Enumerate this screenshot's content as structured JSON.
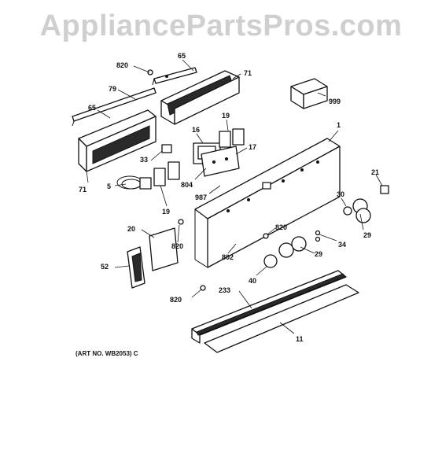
{
  "watermark": "AppliancePartsPros.com",
  "art_number": "(ART NO. WB2053) C",
  "callouts": {
    "c820a": "820",
    "c65a": "65",
    "c71a": "71",
    "c79": "79",
    "c65b": "65",
    "c999": "999",
    "c1": "1",
    "c16": "16",
    "c19a": "19",
    "c17": "17",
    "c33": "33",
    "c71b": "71",
    "c5": "5",
    "c804": "804",
    "c987": "987",
    "c19b": "19",
    "c21": "21",
    "c30": "30",
    "c29a": "29",
    "c20": "20",
    "c820b": "820",
    "c820c": "820",
    "c34": "34",
    "c52": "52",
    "c802": "802",
    "c29b": "29",
    "c40": "40",
    "c820d": "820",
    "c233": "233",
    "c11": "11"
  }
}
